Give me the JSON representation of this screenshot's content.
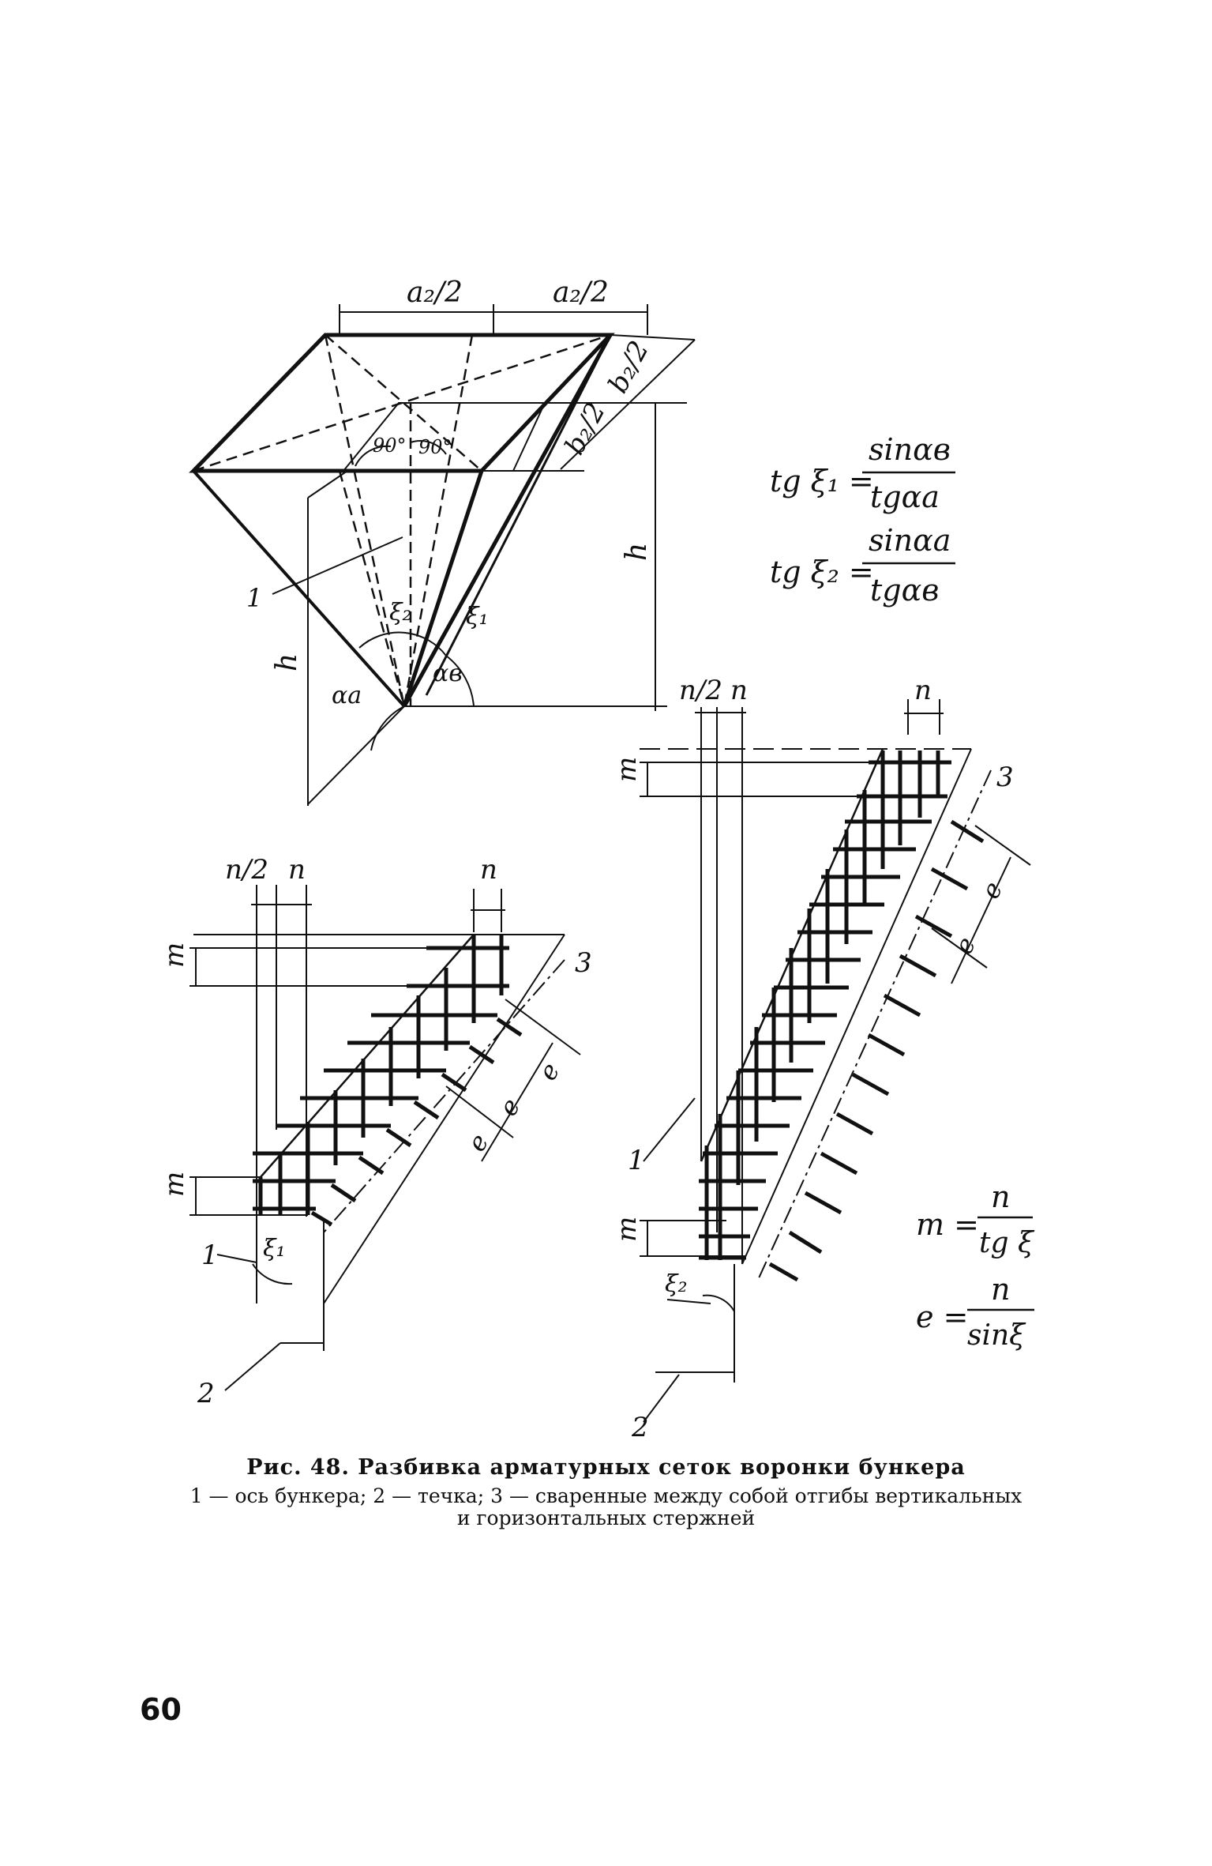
{
  "figure": {
    "top": {
      "a_half_left": "a₂/2",
      "a_half_right": "a₂/2",
      "b_half_upper": "b₂/2",
      "b_half_lower": "b₂/2",
      "angle_1": "90°",
      "angle_2": "90°",
      "h_left": "h",
      "h_right": "h",
      "alpha_a": "αa",
      "alpha_b": "αв",
      "xi_1": "ξ₁",
      "xi_2": "ξ₂",
      "label_1": "1"
    },
    "formulas": {
      "f1_left": "tg ξ₁ =",
      "f1_num": "sinαв",
      "f1_den": "tgαa",
      "f2_left": "tg ξ₂ =",
      "f2_num": "sinαa",
      "f2_den": "tgαв",
      "f3_left": "m =",
      "f3_num": "n",
      "f3_den": "tg ξ",
      "f4_left": "e =",
      "f4_num": "n",
      "f4_den": "sinξ"
    },
    "left_mesh": {
      "n_half": "n/2",
      "n_a": "n",
      "n_b": "n",
      "m_top": "m",
      "m_bottom": "m",
      "e_1": "e",
      "e_2": "e",
      "e_3": "e",
      "label_1": "1",
      "label_2": "2",
      "label_3": "3",
      "xi": "ξ₁"
    },
    "right_mesh": {
      "n_half": "n/2",
      "n_a": "n",
      "n_b": "n",
      "m_top": "m",
      "m_bottom": "m",
      "e_1": "e",
      "e_2": "e",
      "label_1": "1",
      "label_2": "2",
      "label_3": "3",
      "xi": "ξ₂"
    }
  },
  "caption": {
    "title": "Рис. 48. Разбивка арматурных сеток воронки бункера",
    "legend_line1": "1 — ось бункера; 2 — течка; 3 — сваренные между собой отгибы вертикальных",
    "legend_line2": "и горизонтальных стержней"
  },
  "page_number": "60"
}
